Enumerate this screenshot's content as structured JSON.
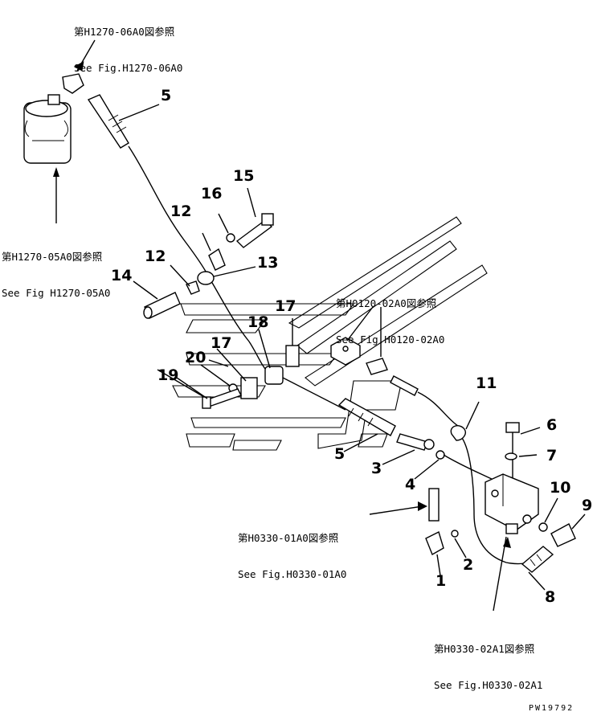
{
  "callouts": {
    "c1": "1",
    "c2": "2",
    "c3": "3",
    "c4": "4",
    "c5a": "5",
    "c5b": "5",
    "c6": "6",
    "c7": "7",
    "c8": "8",
    "c9": "9",
    "c10": "10",
    "c11": "11",
    "c12a": "12",
    "c12b": "12",
    "c13": "13",
    "c14": "14",
    "c15": "15",
    "c16": "16",
    "c17a": "17",
    "c17b": "17",
    "c18": "18",
    "c19": "19",
    "c20": "20"
  },
  "references": {
    "h1270_06a0": {
      "jp": "第H1270-06A0図参照",
      "en": "See Fig.H1270-06A0"
    },
    "h1270_05a0": {
      "jp": "第H1270-05A0図参照",
      "en": "See Fig H1270-05A0"
    },
    "h0120_02a0": {
      "jp": "第H0120-02A0図参照",
      "en": "See Fig.H0120-02A0"
    },
    "h0330_01a0": {
      "jp": "第H0330-01A0図参照",
      "en": "See Fig.H0330-01A0"
    },
    "h0330_02a1": {
      "jp": "第H0330-02A1図参照",
      "en": "See Fig.H0330-02A1"
    }
  },
  "figure_id": "PW19792"
}
